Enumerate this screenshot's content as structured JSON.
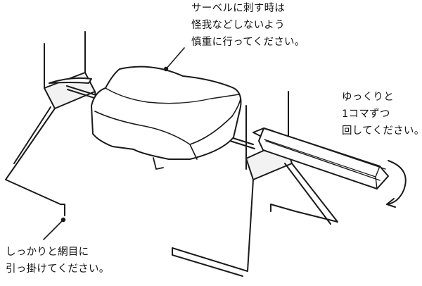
{
  "annotations": {
    "skewer_caution": [
      "サーベルに刺す時は",
      "怪我などしないよう",
      "慎重に行ってください。"
    ],
    "turn_slowly": [
      "ゆっくりと",
      "1コマずつ",
      "回してください。"
    ],
    "hang_securely": [
      "しっかりと網目に",
      "引っ掛けてください。"
    ]
  }
}
